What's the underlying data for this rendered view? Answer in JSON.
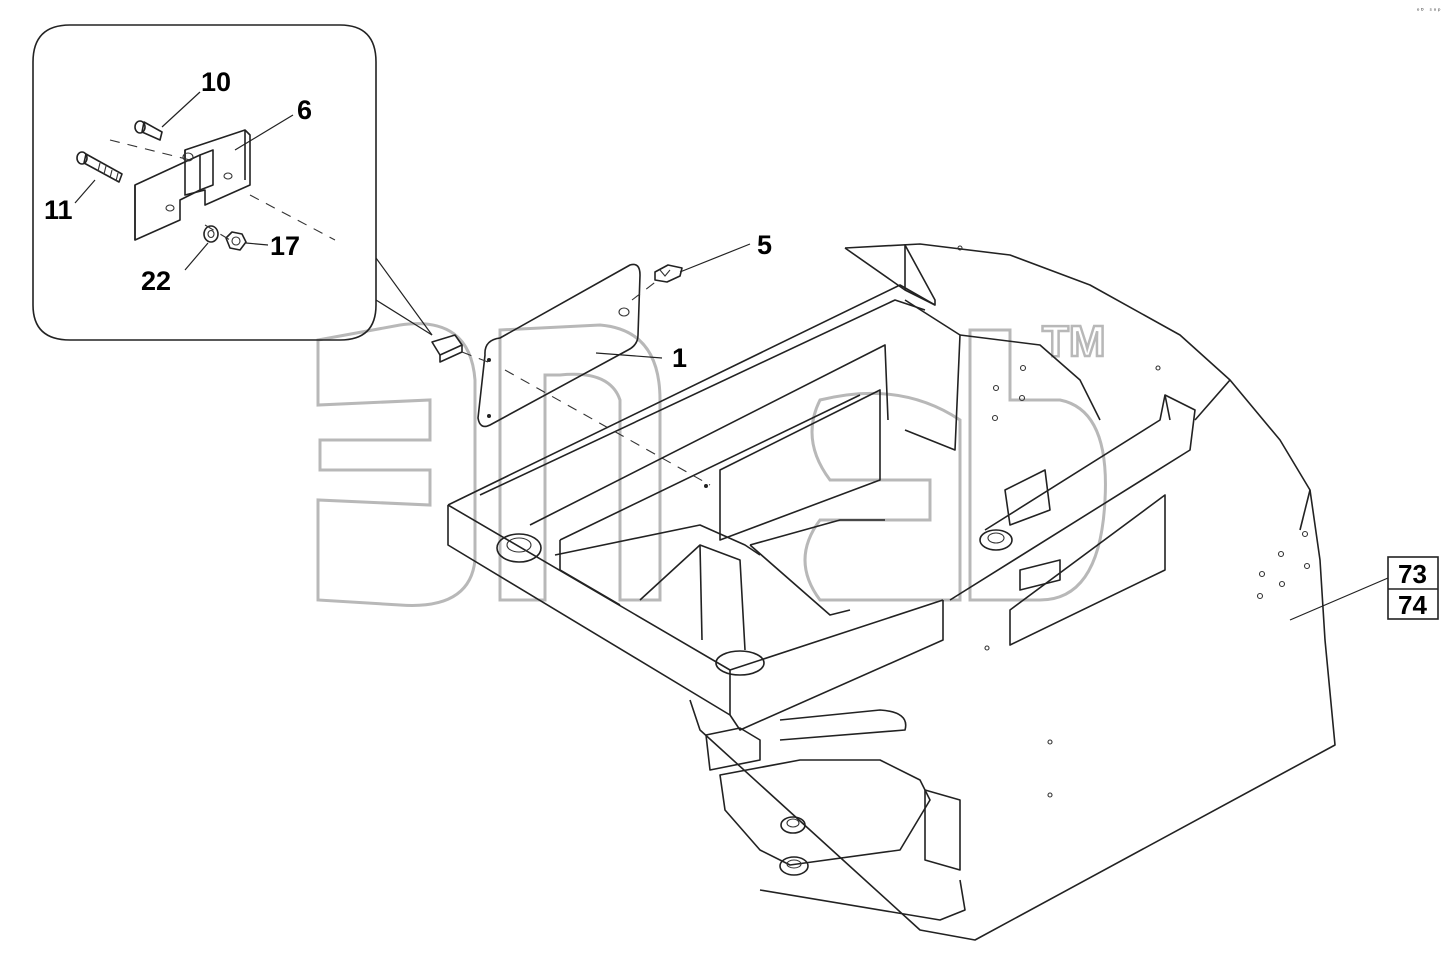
{
  "callouts": {
    "c1": "1",
    "c5": "5",
    "c6": "6",
    "c10": "10",
    "c11": "11",
    "c17": "17",
    "c22": "22"
  },
  "reference_box": {
    "upper": "73",
    "lower": "74"
  },
  "corner_code": "ᵒᴰ ˢᵒᵖ",
  "watermark": {
    "text": "элеб",
    "trademark": "TM"
  },
  "colors": {
    "line": "#222222",
    "watermark": "#b8b8b8",
    "background": "#ffffff"
  }
}
